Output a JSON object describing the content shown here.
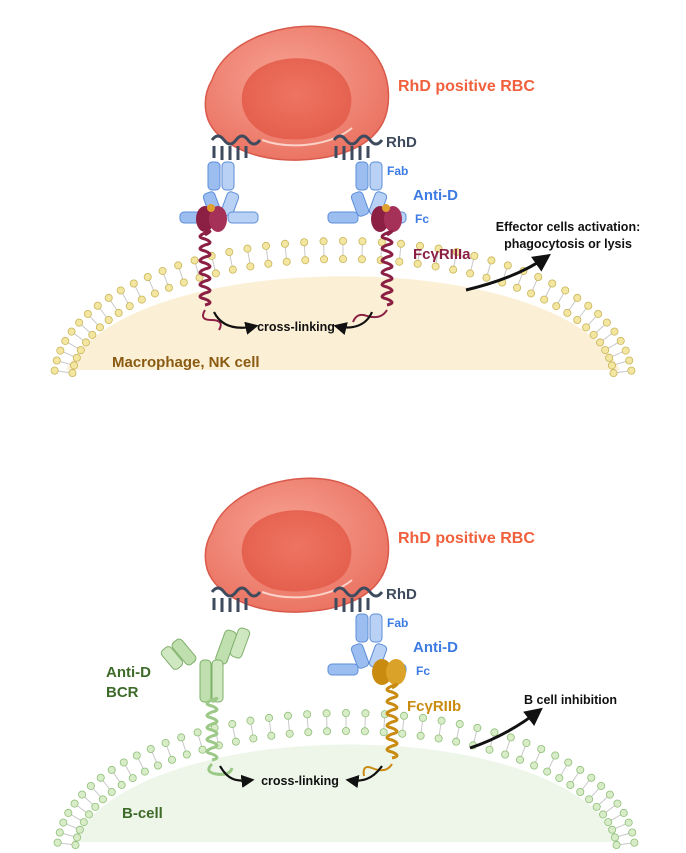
{
  "top_panel": {
    "rbc_label": "RhD positive RBC",
    "rhd_label": "RhD",
    "fab_label": "Fab",
    "antid_label": "Anti-D",
    "fc_label": "Fc",
    "receptor_label": "FcγRIIIa",
    "crosslink_label": "cross-linking",
    "outcome_line1": "Effector cells activation:",
    "outcome_line2": "phagocytosis or lysis",
    "cell_label": "Macrophage, NK cell"
  },
  "bottom_panel": {
    "rbc_label": "RhD positive RBC",
    "rhd_label": "RhD",
    "fab_label": "Fab",
    "antid_label": "Anti-D",
    "fc_label": "Fc",
    "bcr_line1": "Anti-D",
    "bcr_line2": "BCR",
    "receptor_label": "FcγRIIb",
    "crosslink_label": "cross-linking",
    "outcome": "B cell inhibition",
    "cell_label": "B-cell"
  },
  "colors": {
    "rbc_fill": "#f08a7a",
    "rbc_label": "#f0603c",
    "rhd_label": "#3e4a5e",
    "antibody_label": "#3c7be3",
    "fcgriiia_label": "#8c2044",
    "fcgriib_label": "#c98b10",
    "bcr_label": "#3e6b2a",
    "macrophage_cell_label": "#8a5a12",
    "bcell_label": "#3e6b2a",
    "macrophage_fill": "#fbf0d6",
    "bcell_fill": "#eef6ea"
  }
}
